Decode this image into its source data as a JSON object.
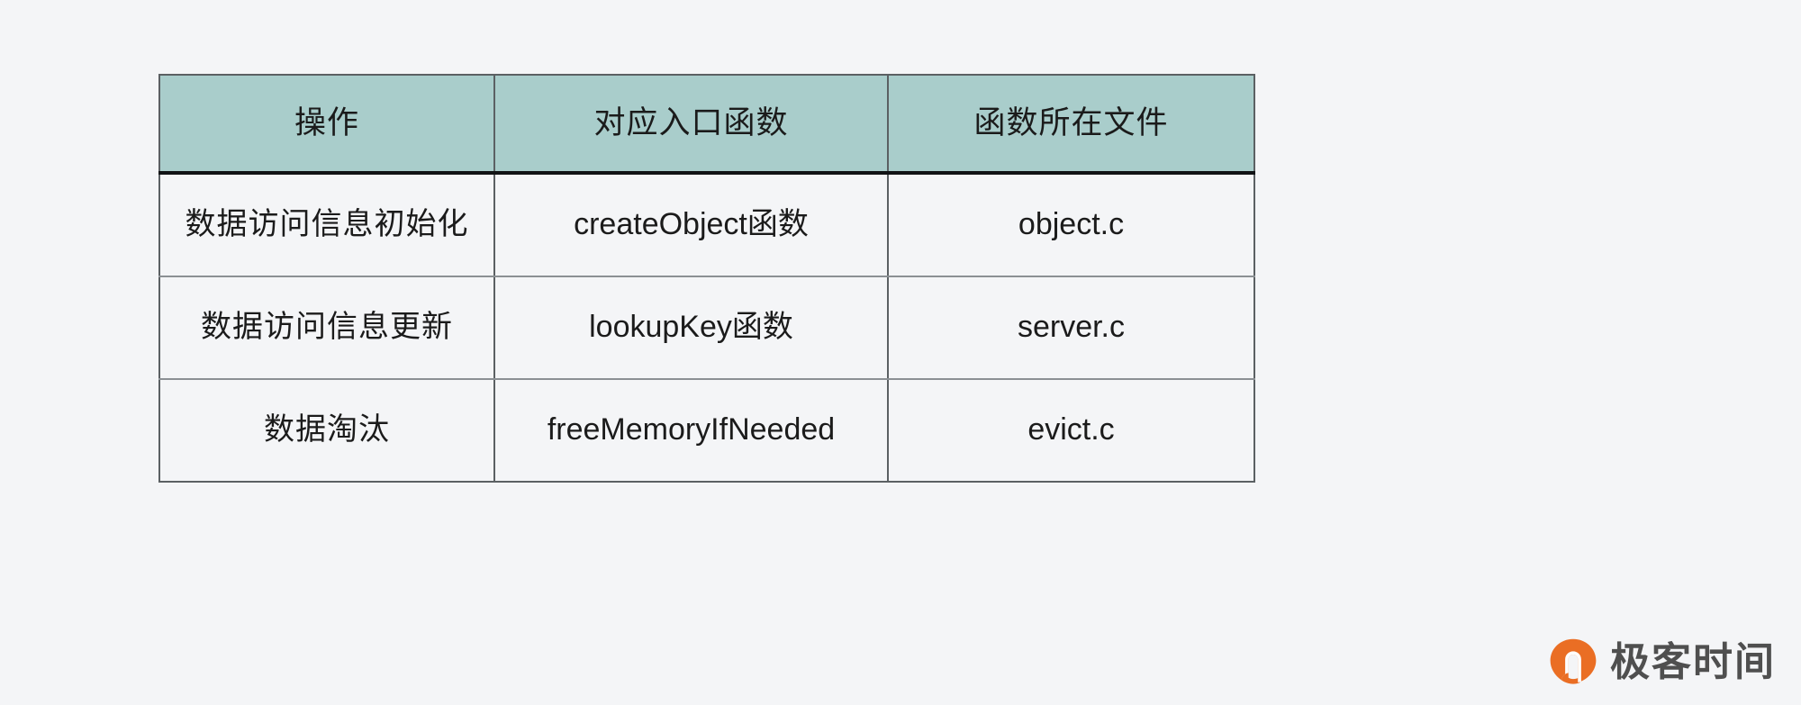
{
  "page": {
    "background_color": "#f4f5f7"
  },
  "table": {
    "header_background": "#a9cdcb",
    "border_color": "#5b6063",
    "header_rule_color": "#111315",
    "columns": [
      {
        "label": "操作"
      },
      {
        "label": "对应入口函数"
      },
      {
        "label": "函数所在文件"
      }
    ],
    "rows": [
      {
        "operation": "数据访问信息初始化",
        "entry_function": "createObject函数",
        "file": "object.c"
      },
      {
        "operation": "数据访问信息更新",
        "entry_function": "lookupKey函数",
        "file": "server.c"
      },
      {
        "operation": "数据淘汰",
        "entry_function": "freeMemoryIfNeeded",
        "file": "evict.c"
      }
    ]
  },
  "watermark": {
    "text": "极客时间",
    "logo_icon": "geektime-circle-logo-icon",
    "logo_color": "#ea6a1e",
    "text_color": "#4a4a4a"
  }
}
